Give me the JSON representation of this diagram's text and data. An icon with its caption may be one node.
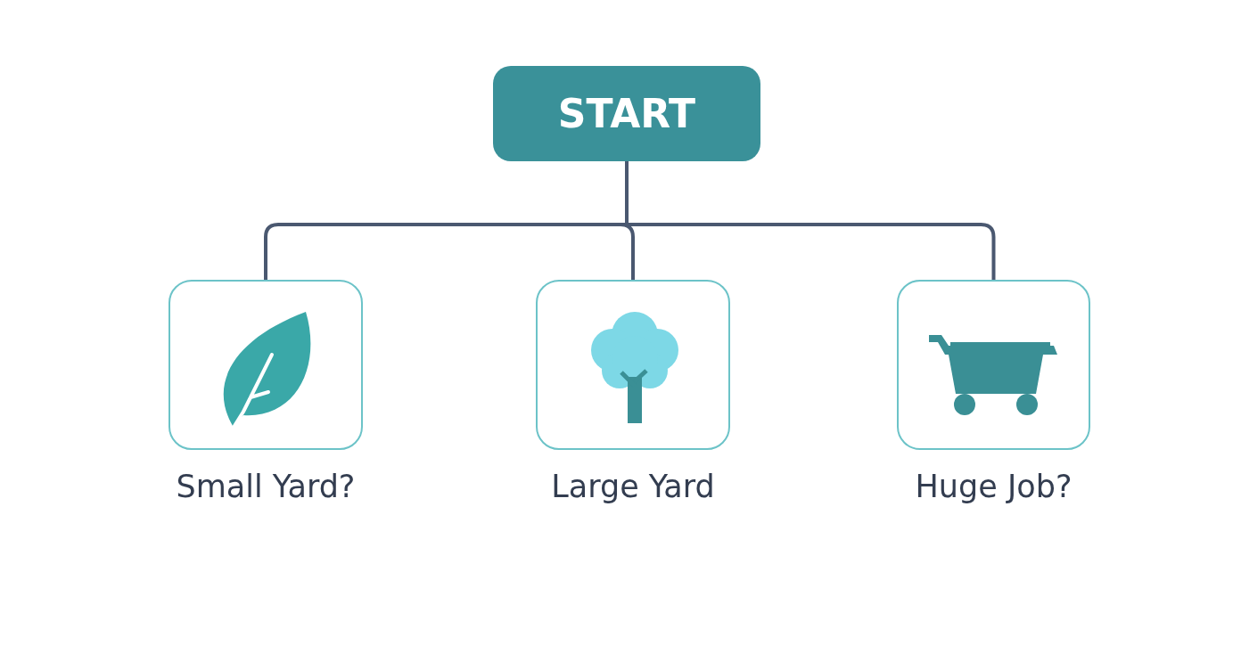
{
  "diagram": {
    "nodes": [
      {
        "text": [
          "START"
        ]
      },
      {
        "text": [
          "Small Yard?"
        ]
      },
      {
        "text": [
          "Large Yard"
        ]
      },
      {
        "text": [
          "Huge Job?"
        ]
      }
    ],
    "edges": [
      {
        "from": 0,
        "to": 1,
        "arrow": "none"
      },
      {
        "from": 0,
        "to": 2,
        "arrow": "none"
      },
      {
        "from": 0,
        "to": 3,
        "arrow": "none"
      }
    ]
  }
}
